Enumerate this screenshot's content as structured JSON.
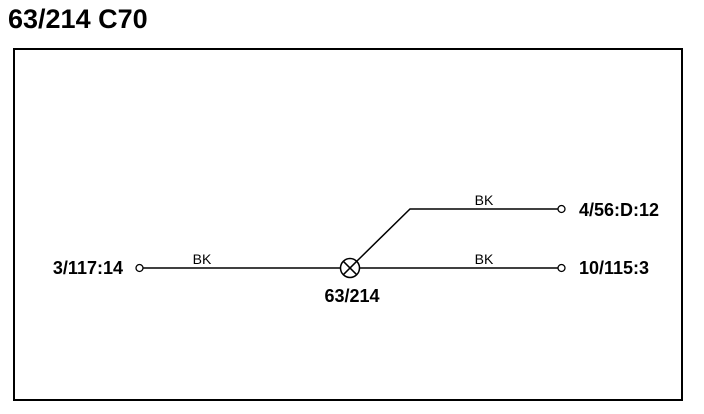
{
  "title": "63/214 C70",
  "splice": {
    "id": "63/214"
  },
  "connectors": {
    "left": "3/117:14",
    "right_upper": "4/56:D:12",
    "right_lower": "10/115:3"
  },
  "wires": {
    "left": "BK",
    "right_upper": "BK",
    "right_lower": "BK"
  },
  "colors": {
    "line": "#000000",
    "background": "#ffffff"
  }
}
